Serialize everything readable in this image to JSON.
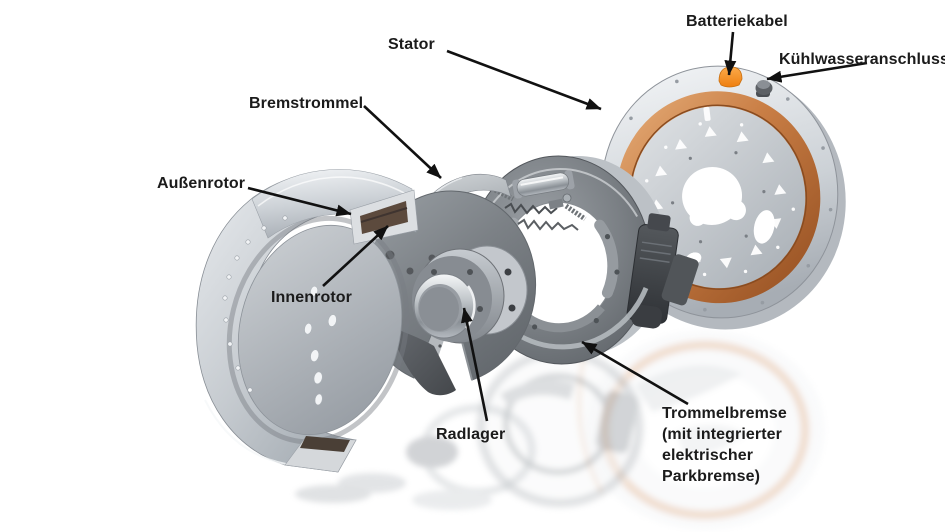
{
  "diagram": {
    "type": "exploded-view-technical-illustration",
    "background": "#ffffff"
  },
  "labels": {
    "batteriekabel": "Batteriekabel",
    "kuehlwasseranschluss": "Kühlwasseranschluss",
    "stator": "Stator",
    "bremstrommel": "Bremstrommel",
    "aussenrotor": "Außenrotor",
    "innenrotor": "Innenrotor",
    "radlager": "Radlager",
    "trommelbremse": "Trommelbremse\n(mit integrierter\nelektrischer\nParkbremse)"
  },
  "colors": {
    "label_text": "#1b1b1b",
    "arrow": "#111111",
    "copper_ring": "#c57c44",
    "battery_connector_orange": "#f6921e",
    "metal_silver": "#c9cdd2",
    "drum_gray": "#7c8186",
    "brake_dark_gray": "#6b7075",
    "magnet_brown": "#5c4a3d"
  }
}
